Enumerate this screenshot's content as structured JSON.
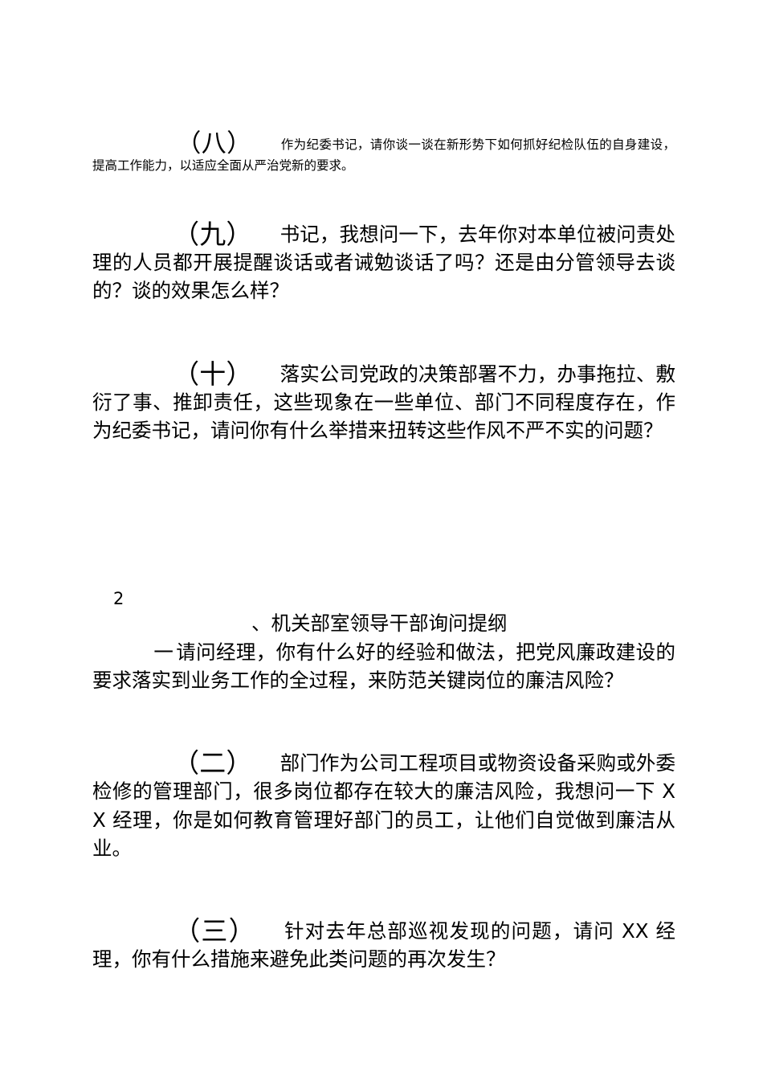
{
  "document": {
    "type": "interview-question-outline",
    "page_number": "",
    "language": "zh-CN"
  },
  "sections": {
    "part1": {
      "items": [
        {
          "marker": "（八）",
          "text": "作为纪委书记，请你谈一谈在新形势下如何抓好纪检队伍的自身建设，提高工作能力，以适应全面从严治党新的要求。"
        },
        {
          "marker": "（九）",
          "text": "书记，我想问一下，去年你对本单位被问责处理的人员都开展提醒谈话或者诫勉谈话了吗？还是由分管领导去谈的？谈的效果怎么样？"
        },
        {
          "marker": "（十）",
          "text": "落实公司党政的决策部署不力，办事拖拉、敷衍了事、推卸责任，这些现象在一些单位、部门不同程度存在，作为纪委书记，请问你有什么举措来扭转这些作风不严不实的问题？"
        }
      ]
    },
    "part2": {
      "number": "2",
      "title": "、机关部室领导干部询问提纲",
      "first_item": {
        "marker": "一",
        "text": "请问经理，你有什么好的经验和做法，把党风廉政建设的要求落实到业务工作的全过程，来防范关键岗位的廉洁风险？"
      },
      "items": [
        {
          "marker": "（二）",
          "text": "部门作为公司工程项目或物资设备采购或外委检修的管理部门，很多岗位都存在较大的廉洁风险，我想问一下 XX 经理，你是如何教育管理好部门的员工，让他们自觉做到廉洁从业。"
        },
        {
          "marker": "（三）",
          "text": "针对去年总部巡视发现的问题，请问 XX 经理，你有什么措施来避免此类问题的再次发生？"
        }
      ]
    }
  },
  "colors": {
    "page_background": "#ffffff",
    "text": "#000000"
  }
}
